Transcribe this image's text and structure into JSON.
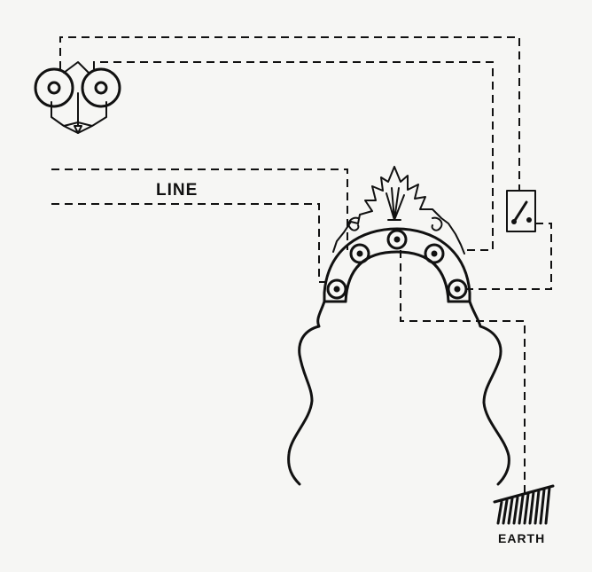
{
  "labels": {
    "line": "LINE",
    "earth": "EARTH"
  },
  "components": [
    {
      "name": "bells",
      "icon": "twin-gong-bell-icon"
    },
    {
      "name": "switch",
      "icon": "knife-switch-icon"
    },
    {
      "name": "arch-terminals",
      "icon": "terminal-screw-icon",
      "count": 5
    },
    {
      "name": "ground-plate",
      "icon": "earth-ground-icon"
    }
  ],
  "colors": {
    "ink": "#111111",
    "paper": "#f6f6f4"
  }
}
